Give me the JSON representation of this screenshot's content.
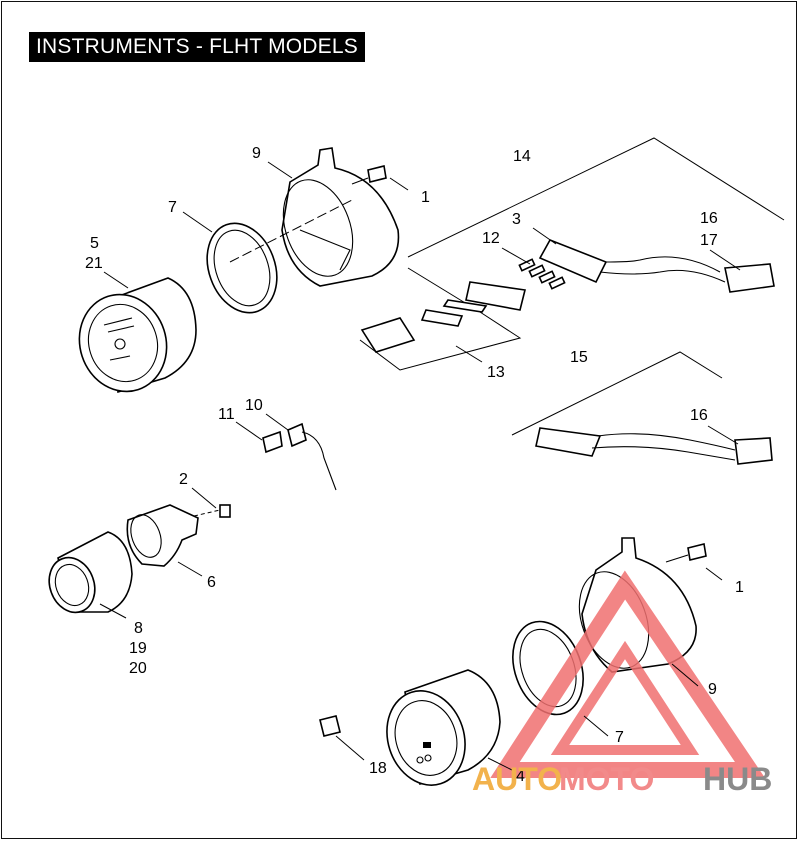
{
  "title": "INSTRUMENTS - FLHT MODELS",
  "callouts": {
    "c1a": "1",
    "c1b": "1",
    "c2": "2",
    "c3": "3",
    "c4": "4",
    "c5": "5",
    "c21": "21",
    "c6": "6",
    "c7a": "7",
    "c7b": "7",
    "c8": "8",
    "c19": "19",
    "c20": "20",
    "c9a": "9",
    "c9b": "9",
    "c10": "10",
    "c11": "11",
    "c12": "12",
    "c13": "13",
    "c14": "14",
    "c15": "15",
    "c16a": "16",
    "c17": "17",
    "c16b": "16",
    "c18": "18"
  },
  "watermark": {
    "part1": "AUTO",
    "part2": "MOTO",
    "part3": "HUB",
    "colors": {
      "auto": "#f2b24c",
      "moto": "#f28a8a",
      "hub": "#8a8a8a",
      "triangle": "#f07070"
    }
  }
}
